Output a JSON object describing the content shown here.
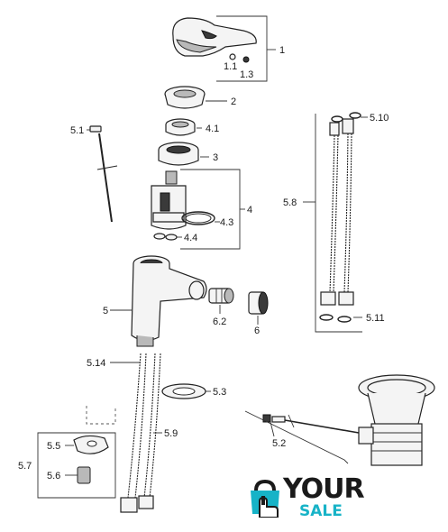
{
  "labels": {
    "l1": "1",
    "l1_1": "1.1",
    "l1_3": "1.3",
    "l2": "2",
    "l4_1": "4.1",
    "l5_1": "5.1",
    "l3": "3",
    "l4": "4",
    "l4_3": "4.3",
    "l4_4": "4.4",
    "l5_10": "5.10",
    "l5_8": "5.8",
    "l5": "5",
    "l6_2": "6.2",
    "l6": "6",
    "l5_11": "5.11",
    "l5_14": "5.14",
    "l5_3": "5.3",
    "l5_9": "5.9",
    "l5_2": "5.2",
    "l5_5": "5.5",
    "l5_7": "5.7",
    "l5_6": "5.6"
  },
  "logo": {
    "word1": "YOUR",
    "word2": "SALE",
    "color_primary": "#1a1a1a",
    "color_accent": "#17b3c7",
    "icon": "shopping-bag-hand-icon"
  }
}
